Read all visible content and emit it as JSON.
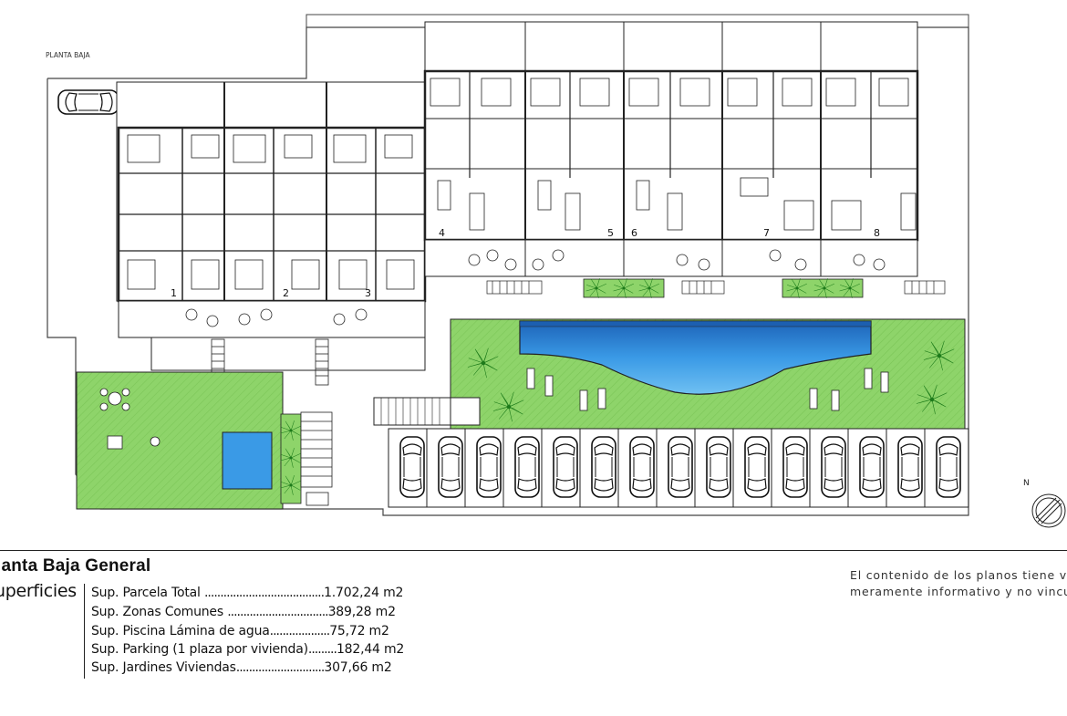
{
  "plan": {
    "title": "PLANTA BAJA",
    "units": [
      "1",
      "2",
      "3",
      "4",
      "5",
      "6",
      "7",
      "8"
    ]
  },
  "legend": {
    "title": "lanta Baja General",
    "label": "uperficies",
    "rows": [
      {
        "label": "Sup. Parcela Total ",
        "dots": "......................................",
        "value": "1.702,24 m2"
      },
      {
        "label": "Sup. Zonas Comunes ",
        "dots": "................................",
        "value": "389,28 m2"
      },
      {
        "label": "Sup. Piscina Lámina de agua",
        "dots": "...................",
        "value": "75,72 m2"
      },
      {
        "label": "Sup. Parking (1 plaza por vivienda)",
        "dots": ".........",
        "value": "182,44 m2"
      },
      {
        "label": "Sup. Jardines Viviendas",
        "dots": "............................",
        "value": "307,66 m2"
      }
    ]
  },
  "disclaimer": {
    "line1": "El contenido de los planos tiene valo",
    "line2": "meramente informativo y no vinculan"
  },
  "colors": {
    "garden": "#8ed46a",
    "garden_hatch": "#6fbf4a",
    "pool": "#2f8fe0",
    "pool_dark": "#1c5fb0",
    "line": "#222222",
    "palm": "#2fa32a"
  },
  "icons": [
    "compass-icon",
    "car-icon",
    "palm-icon",
    "lounger-icon"
  ]
}
